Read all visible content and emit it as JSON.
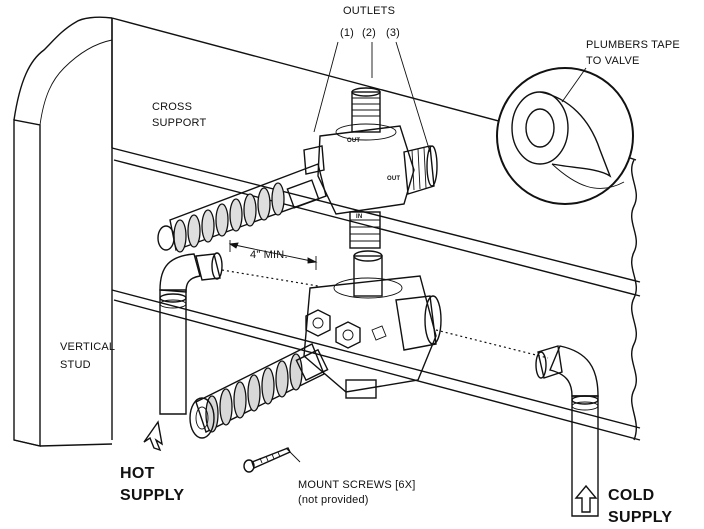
{
  "labels": {
    "outlets": "OUTLETS",
    "outlet_1": "(1)",
    "outlet_2": "(2)",
    "outlet_3": "(3)",
    "plumbers_tape_line1": "PLUMBERS TAPE",
    "plumbers_tape_line2": "TO VALVE",
    "cross_support_line1": "CROSS",
    "cross_support_line2": "SUPPORT",
    "min_distance": "4\" MIN.",
    "vertical_stud_line1": "VERTICAL",
    "vertical_stud_line2": "STUD",
    "hot_supply_line1": "HOT",
    "hot_supply_line2": "SUPPLY",
    "cold_supply_line1": "COLD",
    "cold_supply_line2": "SUPPLY",
    "mount_screws_line1": "MOUNT SCREWS [6X]",
    "mount_screws_line2": "(not provided)",
    "valve_stamp_out_top": "OUT",
    "valve_stamp_out_right": "OUT",
    "valve_stamp_in": "IN"
  },
  "colors": {
    "ink": "#111111",
    "background": "#ffffff",
    "metal_light": "#e6e6e6",
    "metal_mid": "#bdbdbd",
    "metal_dark": "#6e6e6e"
  }
}
